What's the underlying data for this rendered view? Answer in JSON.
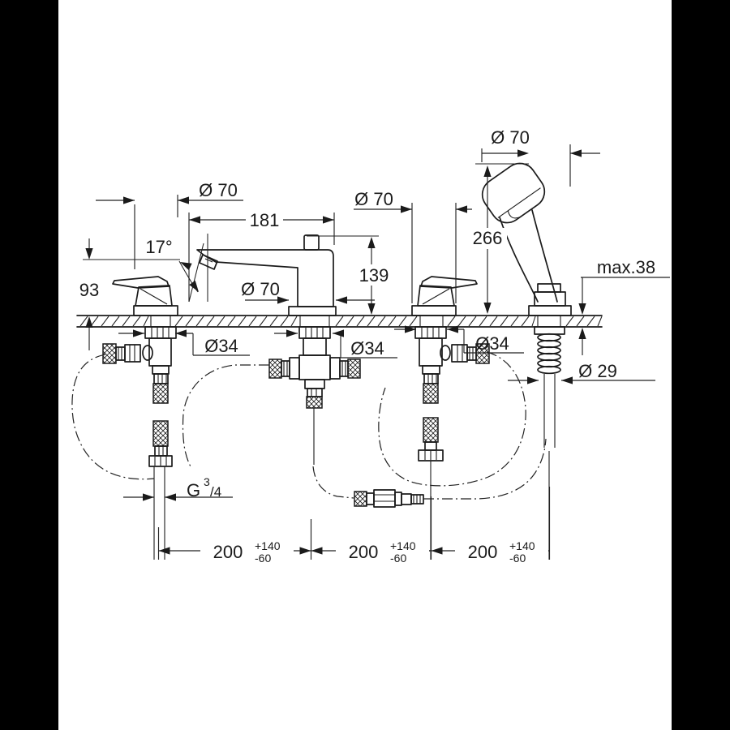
{
  "drawing": {
    "dimensions": {
      "handle_left_dia": "Ø 70",
      "spout_reach": "181",
      "spout_angle": "17°",
      "height_above_deck": "93",
      "spout_base_dia": "Ø 70",
      "spout_height": "139",
      "handle_right_dia": "Ø 70",
      "shower_head_dia": "Ø 70",
      "shower_height": "266",
      "deck_thickness_max": "max.38",
      "hole_dia_left": "Ø34",
      "hole_dia_center": "Ø34",
      "hole_dia_right": "Ø34",
      "hose_guide_dia": "Ø 29",
      "thread": {
        "letter": "G",
        "sup": "3",
        "denom": "/4"
      },
      "cc_spacing": [
        {
          "value": "200",
          "plus": "+140",
          "minus": "-60"
        },
        {
          "value": "200",
          "plus": "+140",
          "minus": "-60"
        },
        {
          "value": "200",
          "plus": "+140",
          "minus": "-60"
        }
      ]
    },
    "colors": {
      "line": "#1b1b1b",
      "background": "#ffffff",
      "side_bars": "#000000"
    }
  }
}
